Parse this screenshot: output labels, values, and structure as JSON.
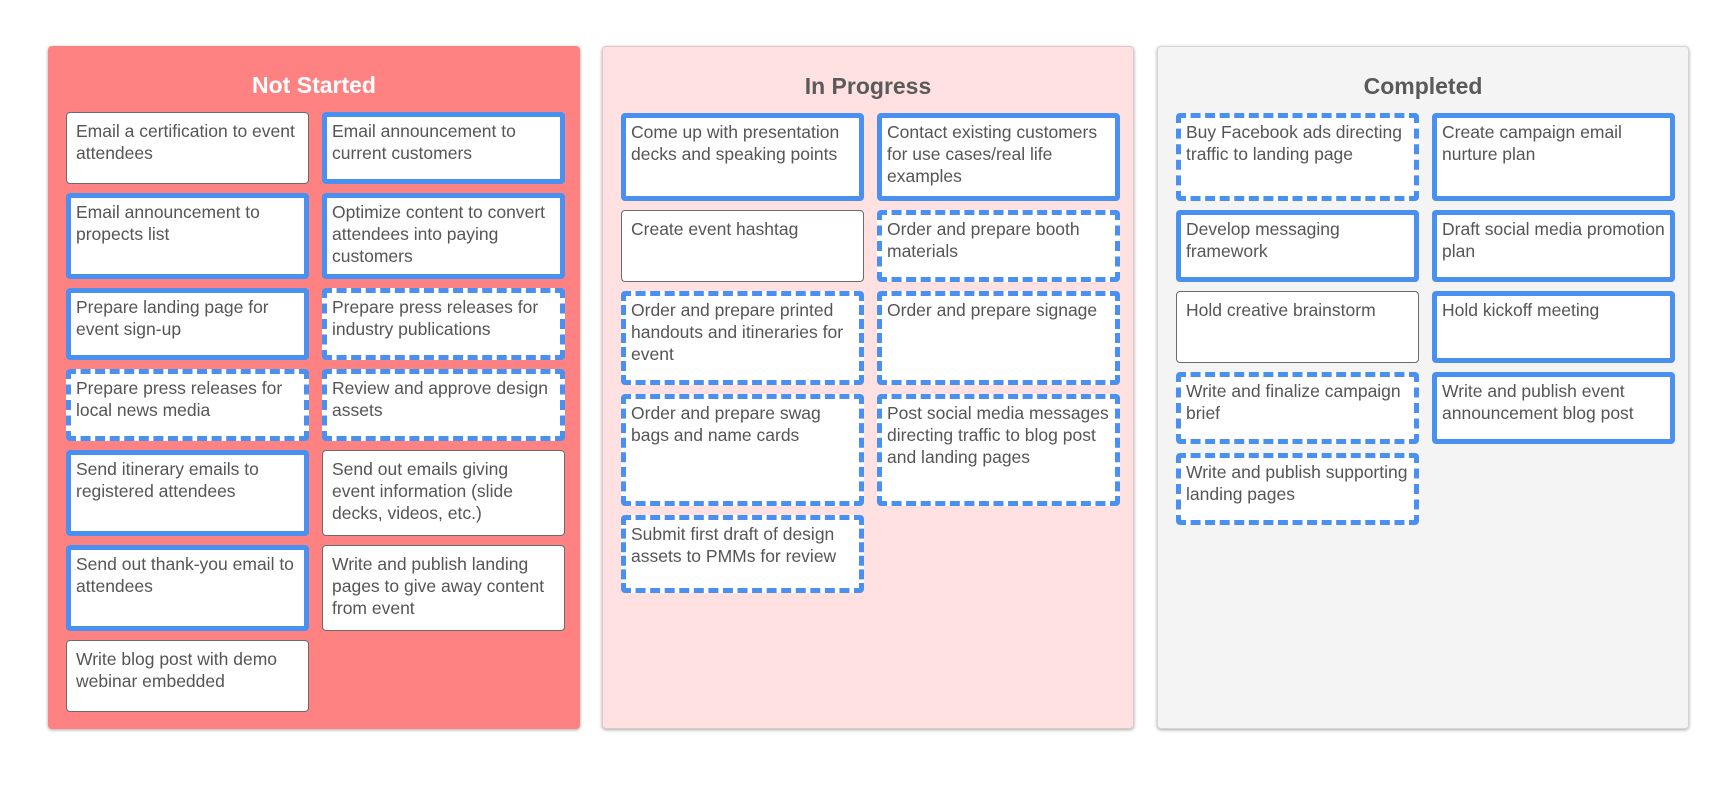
{
  "colors": {
    "not_started_bg": "#ff8282",
    "in_progress_bg": "#ffe1e2",
    "completed_bg": "#f4f4f4",
    "card_border_blue": "#4a90f0",
    "title_on_red": "#ffffff",
    "title_dark": "#5a5a5a"
  },
  "columns": [
    {
      "title": "Not Started",
      "cards": [
        {
          "text": "Email a certification to event attendees",
          "style": "plain"
        },
        {
          "text": "Email announcement to current customers",
          "style": "solid"
        },
        {
          "text": "Email announcement to propects list",
          "style": "solid"
        },
        {
          "text": "Optimize content to convert attendees into paying customers",
          "style": "solid"
        },
        {
          "text": "Prepare landing page for event sign-up",
          "style": "solid"
        },
        {
          "text": "Prepare press releases for industry publications",
          "style": "dashed"
        },
        {
          "text": "Prepare press releases for local news media",
          "style": "dashed"
        },
        {
          "text": "Review and approve design assets",
          "style": "dashed"
        },
        {
          "text": "Send itinerary emails to registered attendees",
          "style": "solid"
        },
        {
          "text": "Send out emails giving event information (slide decks, videos, etc.)",
          "style": "plain"
        },
        {
          "text": "Send out thank-you email to attendees",
          "style": "solid"
        },
        {
          "text": "Write and publish landing pages to give away content from event",
          "style": "plain"
        },
        {
          "text": "Write blog post with demo webinar embedded",
          "style": "plain"
        }
      ]
    },
    {
      "title": "In Progress",
      "cards": [
        {
          "text": "Come up with presentation decks and speaking points",
          "style": "solid"
        },
        {
          "text": "Contact existing customers for use cases/real life examples",
          "style": "solid"
        },
        {
          "text": "Create event hashtag",
          "style": "plain"
        },
        {
          "text": "Order and prepare booth materials",
          "style": "dashed"
        },
        {
          "text": "Order and prepare printed handouts and itineraries for event",
          "style": "dashed"
        },
        {
          "text": "Order and prepare signage",
          "style": "dashed"
        },
        {
          "text": "Order and prepare swag bags and name cards",
          "style": "dashed"
        },
        {
          "text": "Post social media messages directing traffic to blog post and landing pages",
          "style": "dashed"
        },
        {
          "text": "Submit first draft of design assets to PMMs for review",
          "style": "dashed"
        }
      ]
    },
    {
      "title": "Completed",
      "cards": [
        {
          "text": "Buy Facebook ads directing traffic to landing page",
          "style": "dashed"
        },
        {
          "text": "Create campaign email nurture plan",
          "style": "solid"
        },
        {
          "text": "Develop messaging framework",
          "style": "solid"
        },
        {
          "text": "Draft social media promotion plan",
          "style": "solid"
        },
        {
          "text": "Hold creative brainstorm",
          "style": "plain"
        },
        {
          "text": "Hold kickoff meeting",
          "style": "solid"
        },
        {
          "text": "Write and finalize campaign brief",
          "style": "dashed"
        },
        {
          "text": "Write and publish event announcement blog post",
          "style": "solid"
        },
        {
          "text": "Write and publish supporting landing pages",
          "style": "dashed"
        }
      ]
    }
  ]
}
